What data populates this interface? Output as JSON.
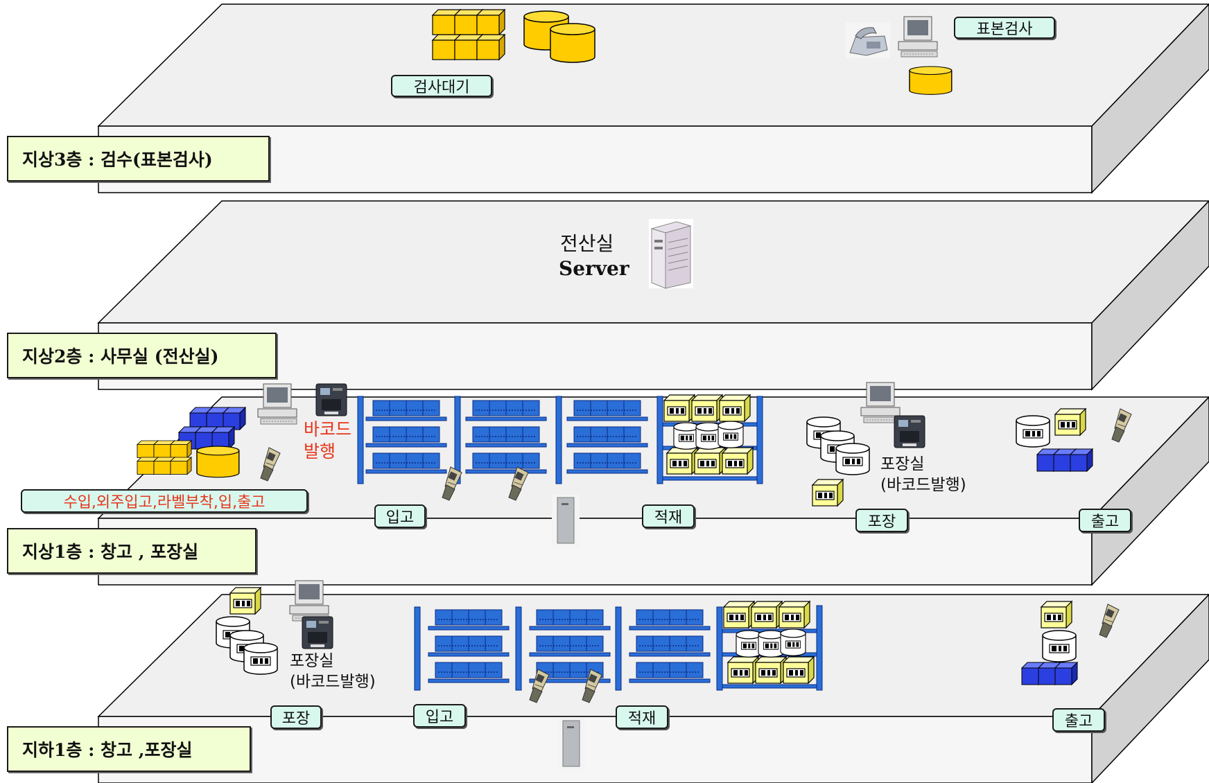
{
  "floors": {
    "f3": {
      "label": "지상3층 : 검수(표본검사)"
    },
    "f2": {
      "label": "지상2층 : 사무실 (전산실)"
    },
    "f1": {
      "label": "지상1층 : 창고 , 포장실"
    },
    "b1": {
      "label": "지하1층 : 창고 ,포장실"
    }
  },
  "tags": {
    "wait_inspection": "검사대기",
    "sample_inspection": "표본검사",
    "f1_ops": "수입,외주입고,라벨부착,입,출고",
    "f1_in": "입고",
    "f1_stack": "적재",
    "f1_pack": "포장",
    "f1_out": "출고",
    "b1_pack": "포장",
    "b1_in": "입고",
    "b1_stack": "적재",
    "b1_out": "출고"
  },
  "texts": {
    "server_room": "전산실",
    "server": "Server",
    "barcode_line1": "바코드",
    "barcode_line2": "발행",
    "f1_packroom_line1": "포장실",
    "f1_packroom_line2": "(바코드발행)",
    "b1_packroom_line1": "포장실",
    "b1_packroom_line2": "(바코드발행)"
  },
  "colors": {
    "slab_top": "#f0f0f0",
    "slab_front": "#f5f5f5",
    "slab_side": "#d4d4d4",
    "label_bg": "#f2ffd2",
    "tag_bg": "#d8f8ee",
    "red_text": "#e8341a",
    "yellow": "#ffcc00",
    "blue": "#2b3fe0",
    "rack_blue": "#2a6ed8",
    "pale_yellow": "#ffff99"
  },
  "icons": [
    "yellow-box-stack-icon",
    "yellow-drum-icon",
    "telephone-icon",
    "desktop-computer-icon",
    "server-tower-icon",
    "blue-box-stack-icon",
    "barcode-printer-icon",
    "handheld-scanner-icon",
    "pallet-rack-icon",
    "barcode-box-icon",
    "barcode-drum-icon",
    "wireless-access-point-icon"
  ]
}
